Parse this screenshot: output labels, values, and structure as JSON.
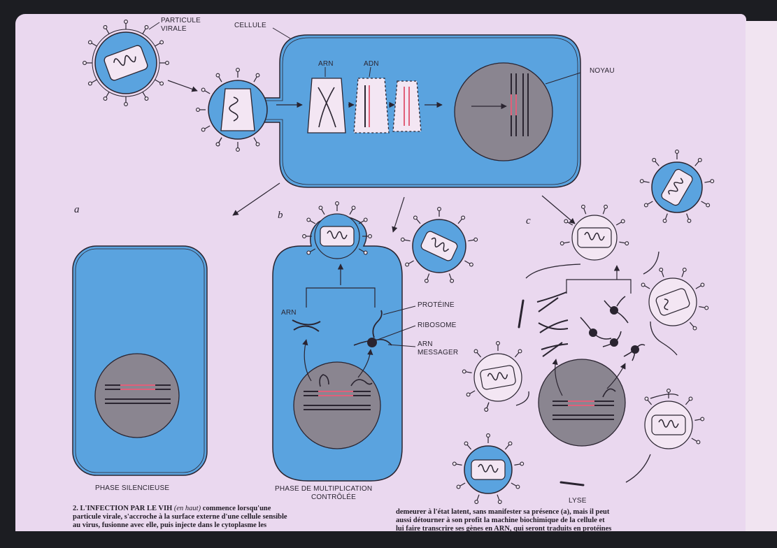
{
  "labels": {
    "particule_virale_1": "PARTICULE",
    "particule_virale_2": "VIRALE",
    "cellule": "CELLULE",
    "arn_top": "ARN",
    "adn": "ADN",
    "noyau": "NOYAU",
    "panel_a": "a",
    "panel_b": "b",
    "panel_c": "c",
    "arn_b": "ARN",
    "proteine": "PROTÉINE",
    "ribosome": "RIBOSOME",
    "arn_messager_1": "ARN",
    "arn_messager_2": "MESSAGER",
    "phase_silencieuse": "PHASE SILENCIEUSE",
    "phase_multiplication_1": "PHASE DE MULTIPLICATION",
    "phase_multiplication_2": "CONTRÔLÉE",
    "lyse": "LYSE"
  },
  "caption": {
    "left_line1_bold": "2. L'INFECTION PAR LE VIH",
    "left_line1_italic": "(en haut)",
    "left_line1_rest": "commence lorsqu'une",
    "left_line2": "particule virale, s'accroche à la surface externe d'une cellule sensible",
    "left_line3": "au virus, fusionne avec elle, puis injecte dans le cytoplasme les",
    "right_line1": "demeurer à l'état latent, sans manifester sa présence (a), mais il peut",
    "right_line2": "aussi détourner à son profit la machine biochimique de la cellule et",
    "right_line3": "lui faire transcrire ses gènes en ARN, qui seront traduits en protéines"
  },
  "colors": {
    "cell_blue": "#5aa3df",
    "nucleus_gray": "#8a8590",
    "page_pink": "#ead8ef",
    "rna_red": "#e0607a",
    "ink": "#2a2430"
  }
}
